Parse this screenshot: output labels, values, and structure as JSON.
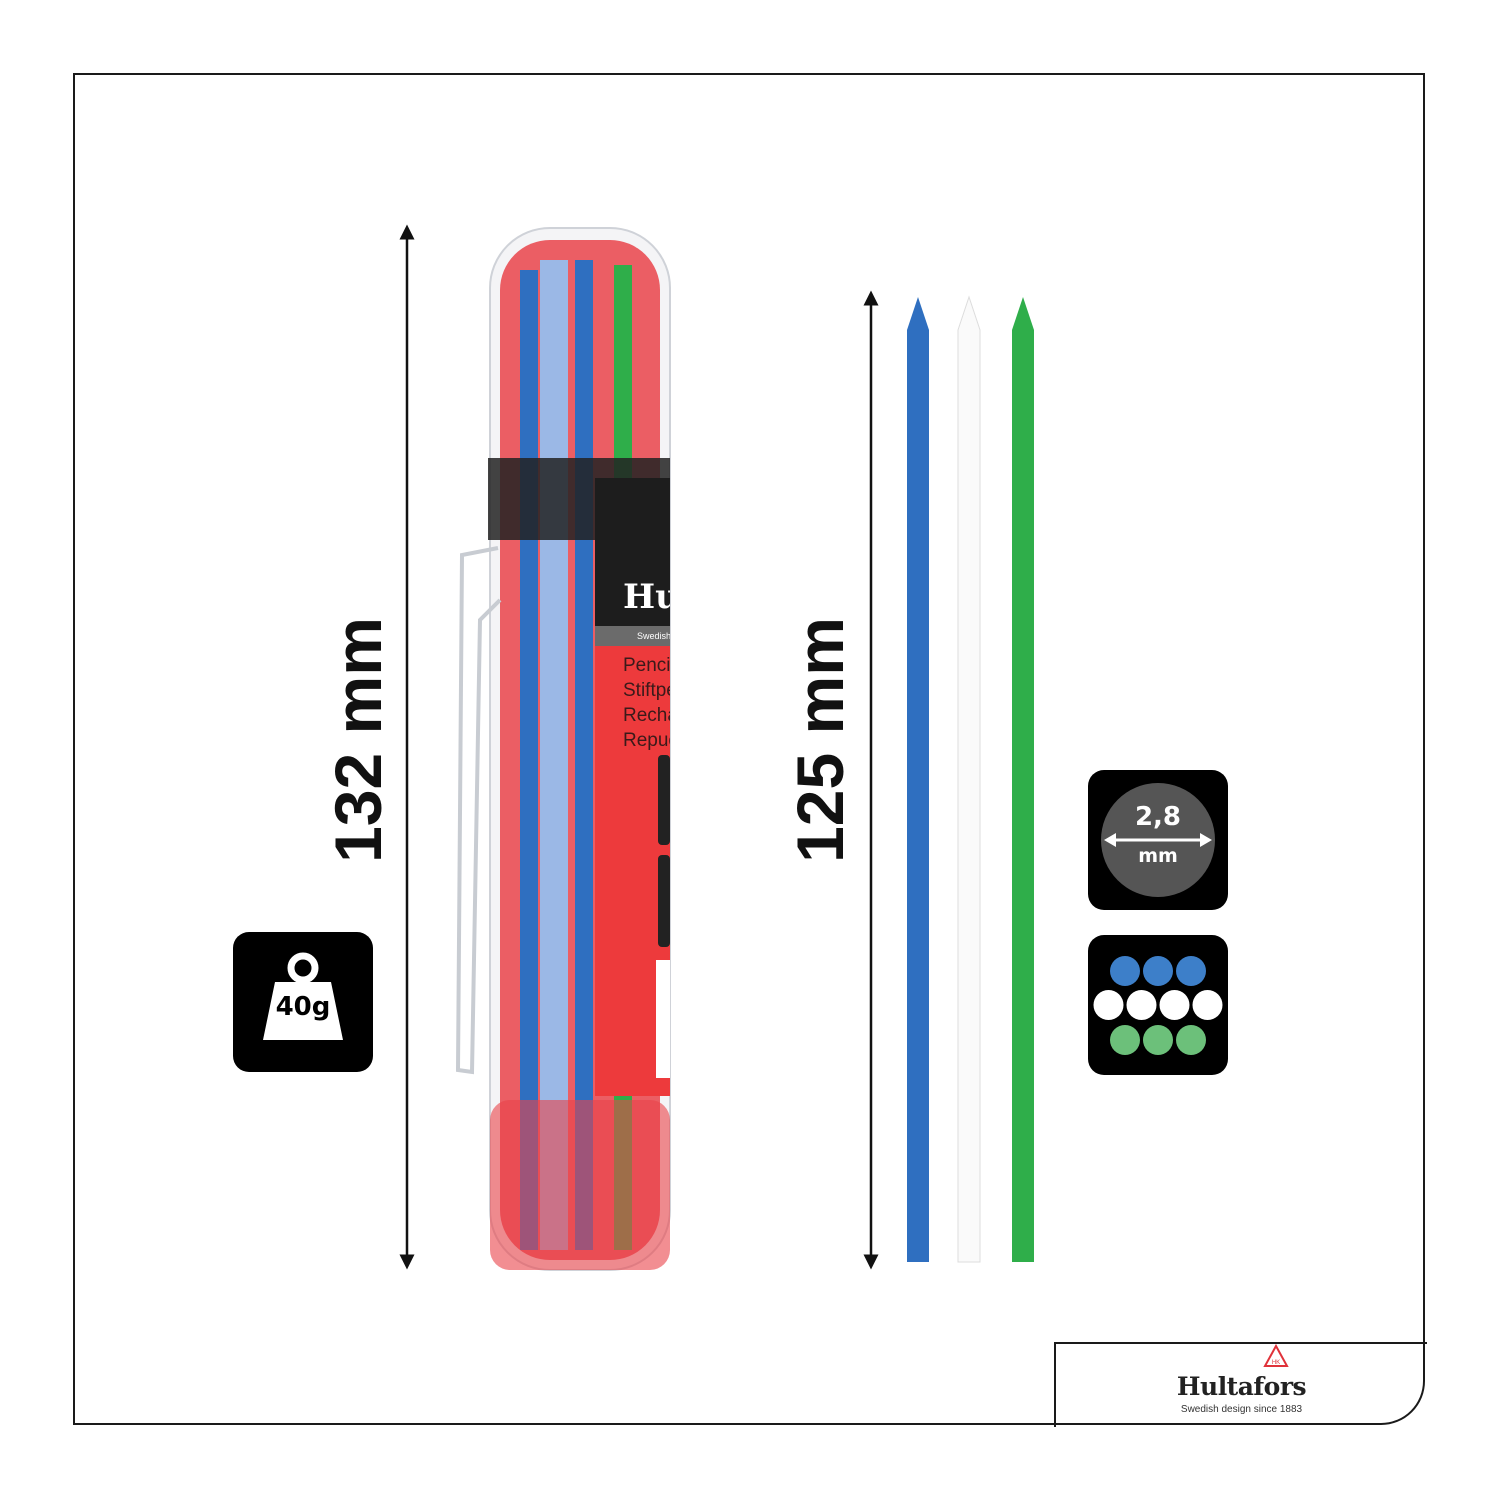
{
  "dimensions": {
    "tube_length": "132 mm",
    "lead_length": "125 mm"
  },
  "weight_badge": {
    "label": "40g",
    "icon": "weight-icon"
  },
  "diameter_badge": {
    "value": "2,8",
    "unit": "mm",
    "icon": "diameter-arrow-icon"
  },
  "color_badge": {
    "icon": "lead-colors-icon",
    "rows": [
      {
        "color": "#3d7fc9",
        "count": 3
      },
      {
        "color": "#ffffff",
        "count": 4
      },
      {
        "color": "#6cc07a",
        "count": 3
      }
    ]
  },
  "product_label": {
    "brand": "Hult",
    "tagline": "Swedish de",
    "lines": [
      "Pencil re",
      "Stiftpenn",
      "Recharg",
      "Repuest"
    ]
  },
  "leads": [
    {
      "color": "#2f6fc0"
    },
    {
      "color": "#f7f7f7"
    },
    {
      "color": "#2fae4a"
    }
  ],
  "logo": {
    "brand": "Hultafors",
    "tagline": "Swedish design since 1883",
    "accent": "#e0323a"
  }
}
